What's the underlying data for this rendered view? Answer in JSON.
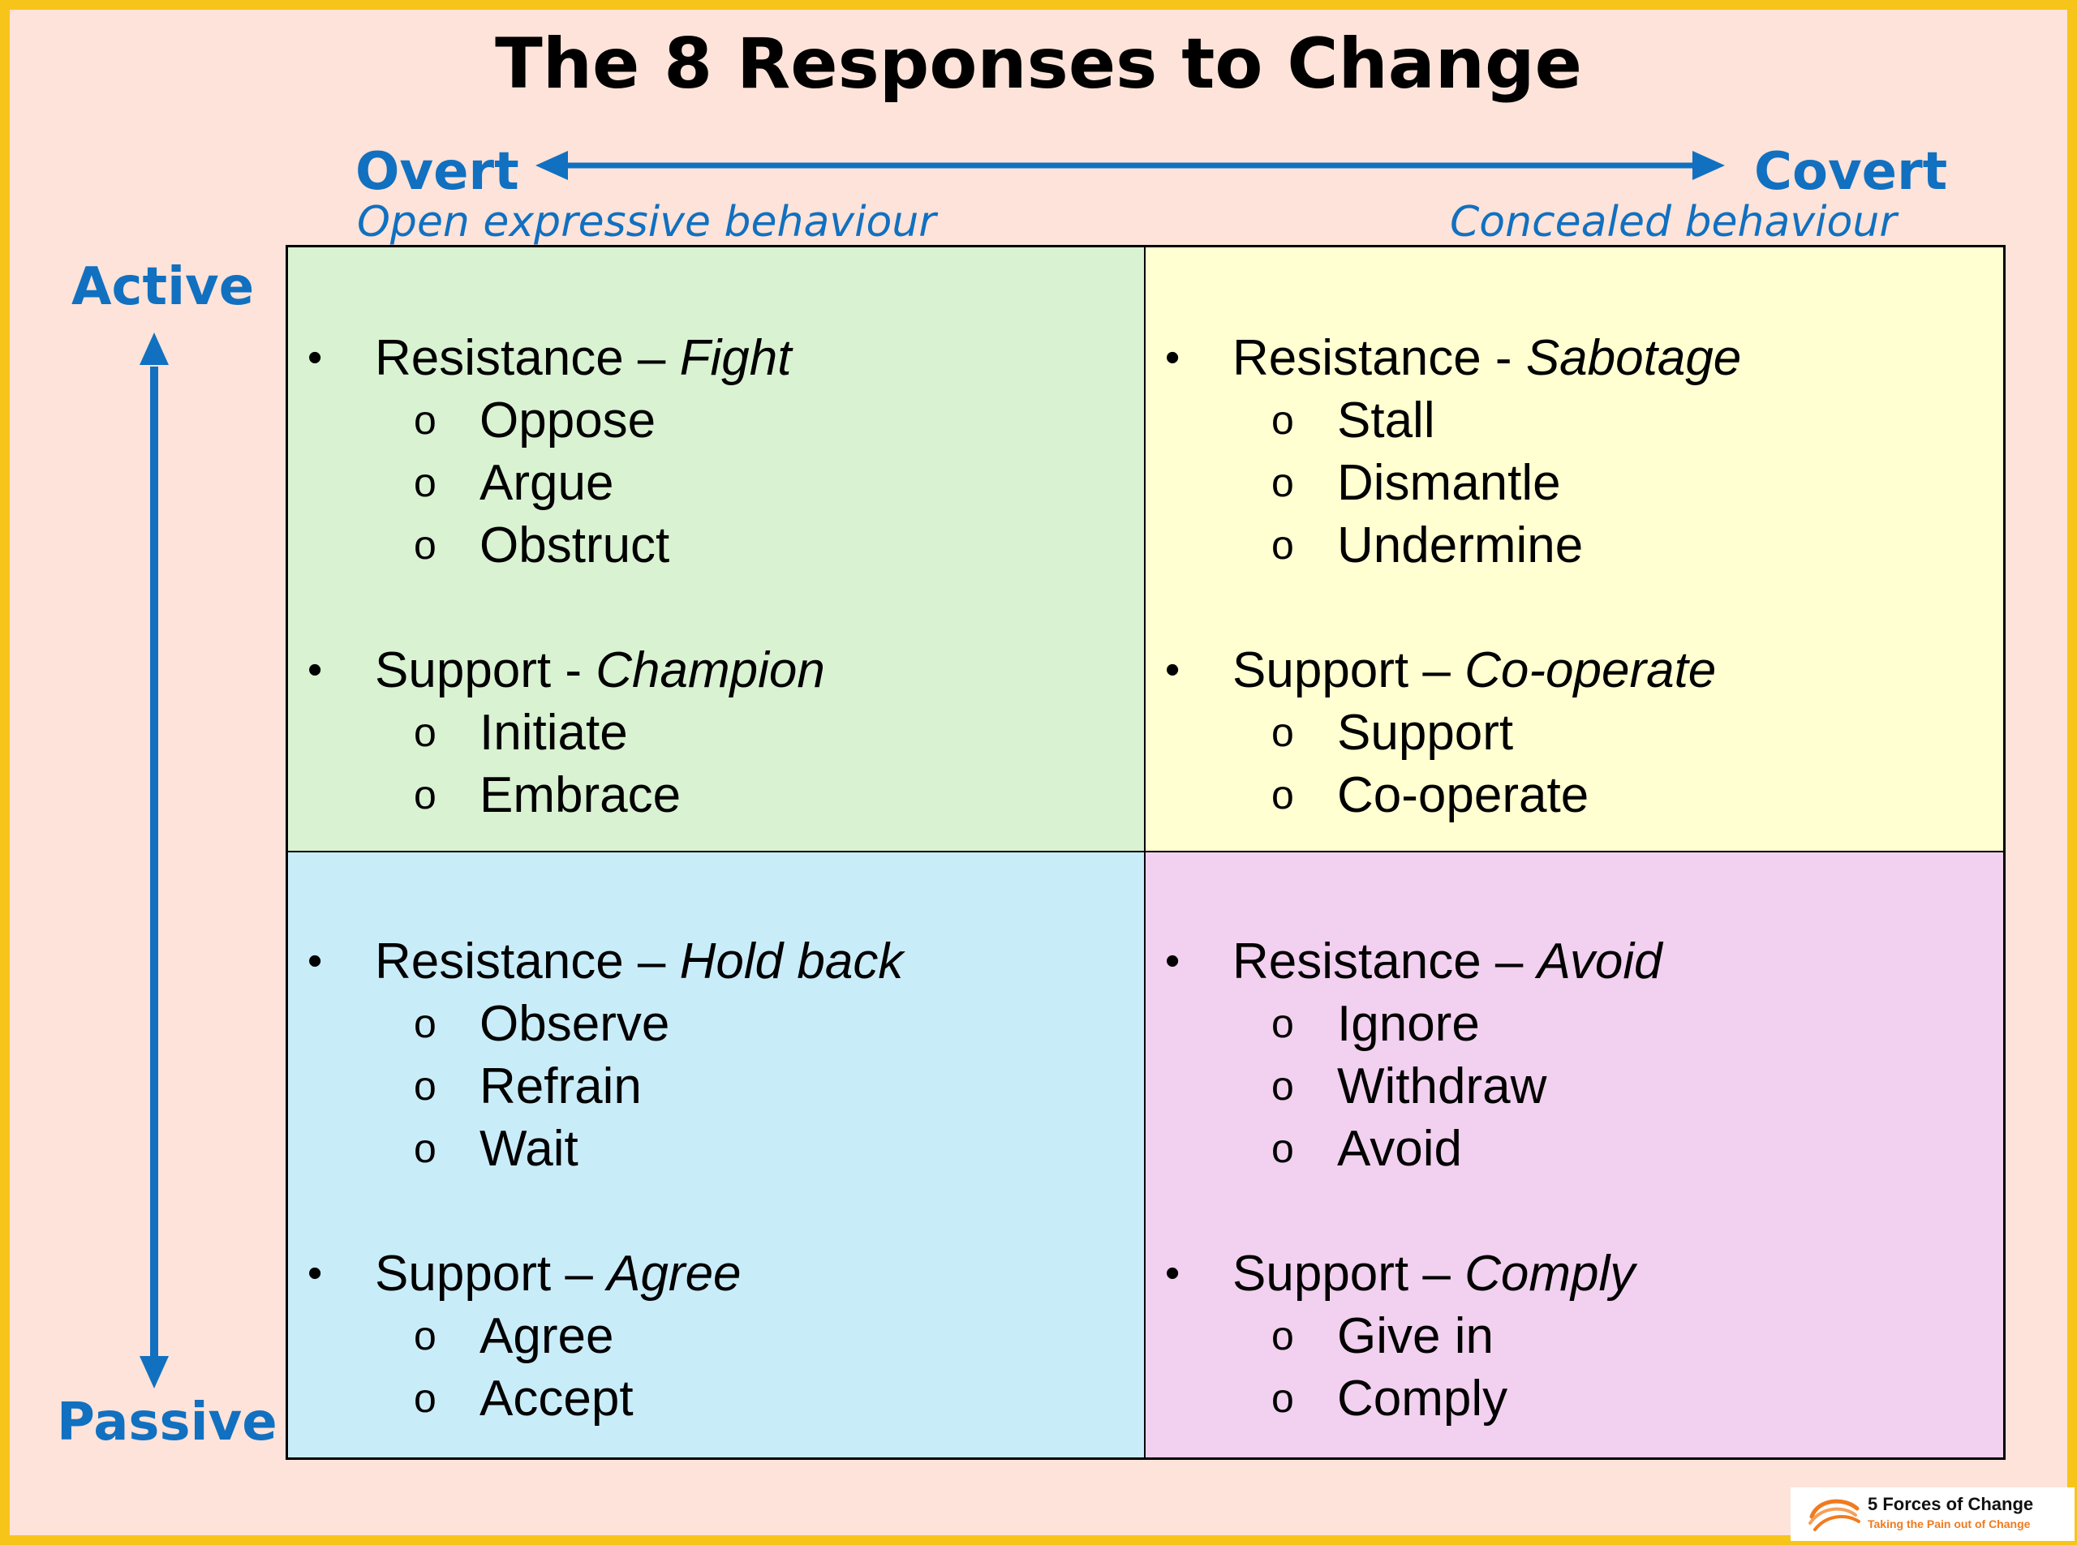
{
  "title": "The 8 Responses to Change",
  "axes": {
    "left_label": "Overt",
    "left_sub": "Open expressive behaviour",
    "right_label": "Covert",
    "right_sub": "Concealed behaviour",
    "top_label": "Active",
    "bottom_label": "Passive",
    "color": "#1170c0"
  },
  "quadrants": [
    {
      "id": "active-overt",
      "color": "#d9f2d2",
      "groups": [
        {
          "prefix": "Resistance – ",
          "emphasis": "Fight",
          "items": [
            "Oppose",
            "Argue",
            "Obstruct"
          ]
        },
        {
          "prefix": "Support - ",
          "emphasis": "Champion",
          "items": [
            "Initiate",
            "Embrace"
          ]
        }
      ]
    },
    {
      "id": "active-covert",
      "color": "#ffffd1",
      "groups": [
        {
          "prefix": "Resistance - ",
          "emphasis": "Sabotage",
          "items": [
            "Stall",
            "Dismantle",
            "Undermine"
          ]
        },
        {
          "prefix": "Support – ",
          "emphasis": "Co-operate",
          "items": [
            "Support",
            "Co-operate"
          ]
        }
      ]
    },
    {
      "id": "passive-overt",
      "color": "#c9ecf9",
      "groups": [
        {
          "prefix": "Resistance – ",
          "emphasis": "Hold back",
          "items": [
            "Observe",
            "Refrain",
            "Wait"
          ]
        },
        {
          "prefix": "Support – ",
          "emphasis": "Agree",
          "items": [
            "Agree",
            "Accept"
          ]
        }
      ]
    },
    {
      "id": "passive-covert",
      "color": "#f2d0ef",
      "groups": [
        {
          "prefix": "Resistance – ",
          "emphasis": "Avoid",
          "items": [
            "Ignore",
            "Withdraw",
            "Avoid"
          ]
        },
        {
          "prefix": "Support – ",
          "emphasis": "Comply",
          "items": [
            "Give in",
            "Comply"
          ]
        }
      ]
    }
  ],
  "logo": {
    "name": "5 Forces of Change",
    "tagline": "Taking the Pain out of Change"
  }
}
